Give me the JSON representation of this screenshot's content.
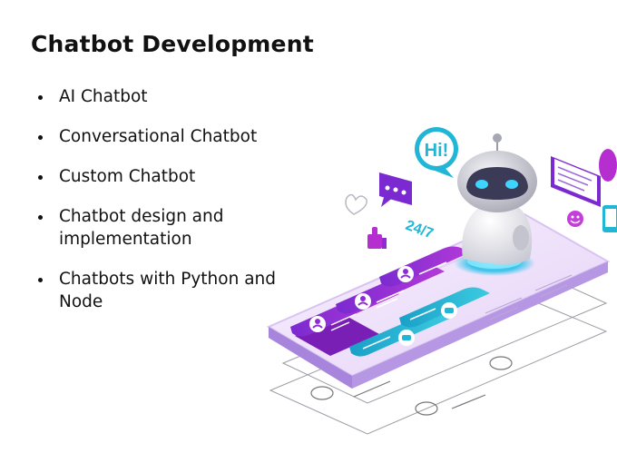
{
  "title": "Chatbot Development",
  "bullets": [
    "AI Chatbot",
    "Conversational Chatbot",
    "Custom Chatbot",
    "Chatbot design and implementation",
    "Chatbots with Python and Node"
  ],
  "illustration": {
    "greeting": "Hi!",
    "availability": "24/7",
    "icons": [
      "robot-icon",
      "heart-icon",
      "thumbs-up-icon",
      "smiley-icon",
      "chat-dots-icon",
      "message-lines-icon",
      "user-avatar-icon",
      "chat-bubble-icon"
    ],
    "colors": {
      "purple": "#8e2bd6",
      "magenta": "#b52fd0",
      "cyan": "#22b6d6",
      "teal": "#18a8c4",
      "lavender": "#efe4fb",
      "robot_gray": "#d7d7de"
    }
  }
}
